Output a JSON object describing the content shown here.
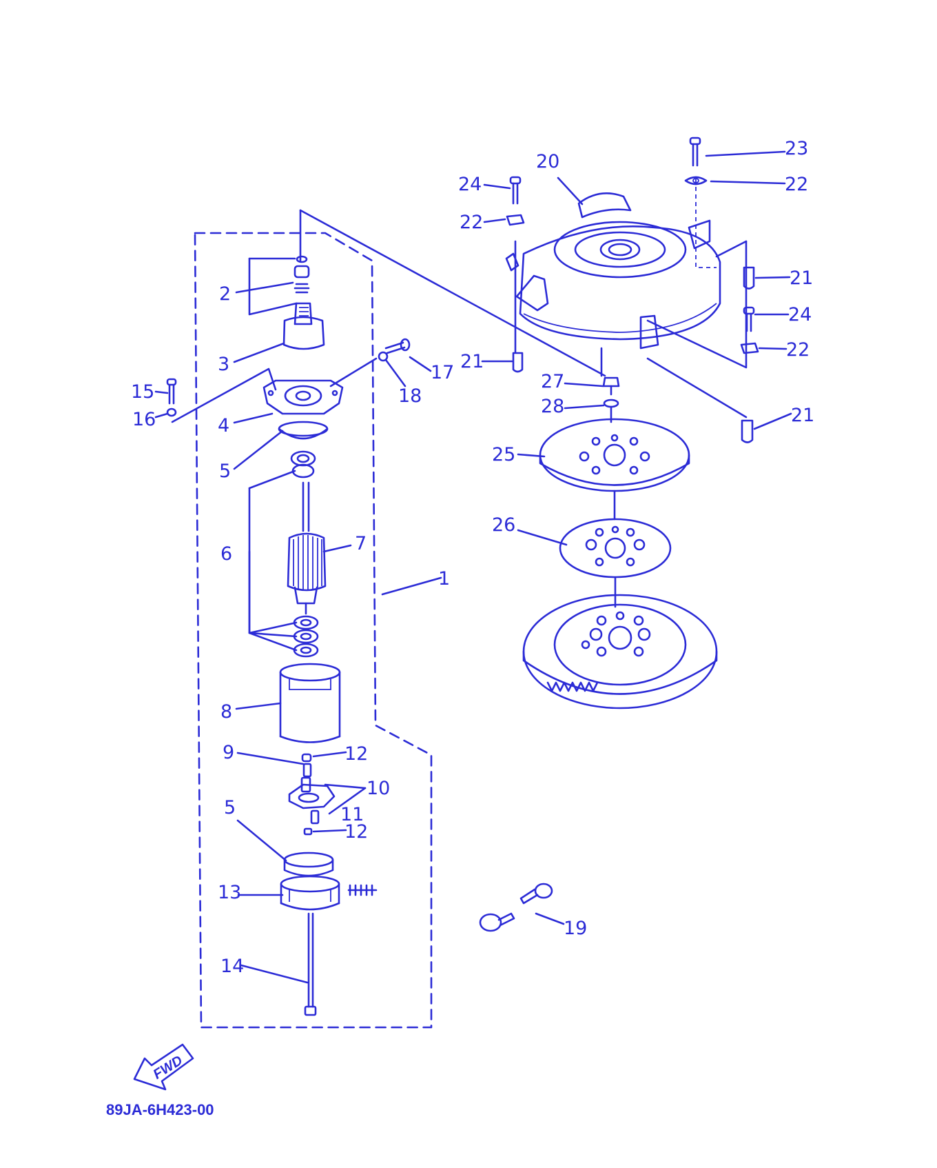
{
  "diagram": {
    "code": "89JA-6H423-00",
    "direction_label": "FWD",
    "color": "#2b2bd6",
    "callouts": [
      "1",
      "2",
      "3",
      "4",
      "5",
      "5",
      "6",
      "7",
      "8",
      "9",
      "10",
      "11",
      "12",
      "12",
      "13",
      "14",
      "15",
      "16",
      "17",
      "18",
      "19",
      "20",
      "21",
      "21",
      "21",
      "22",
      "22",
      "22",
      "23",
      "24",
      "24",
      "25",
      "26",
      "27",
      "28"
    ]
  }
}
